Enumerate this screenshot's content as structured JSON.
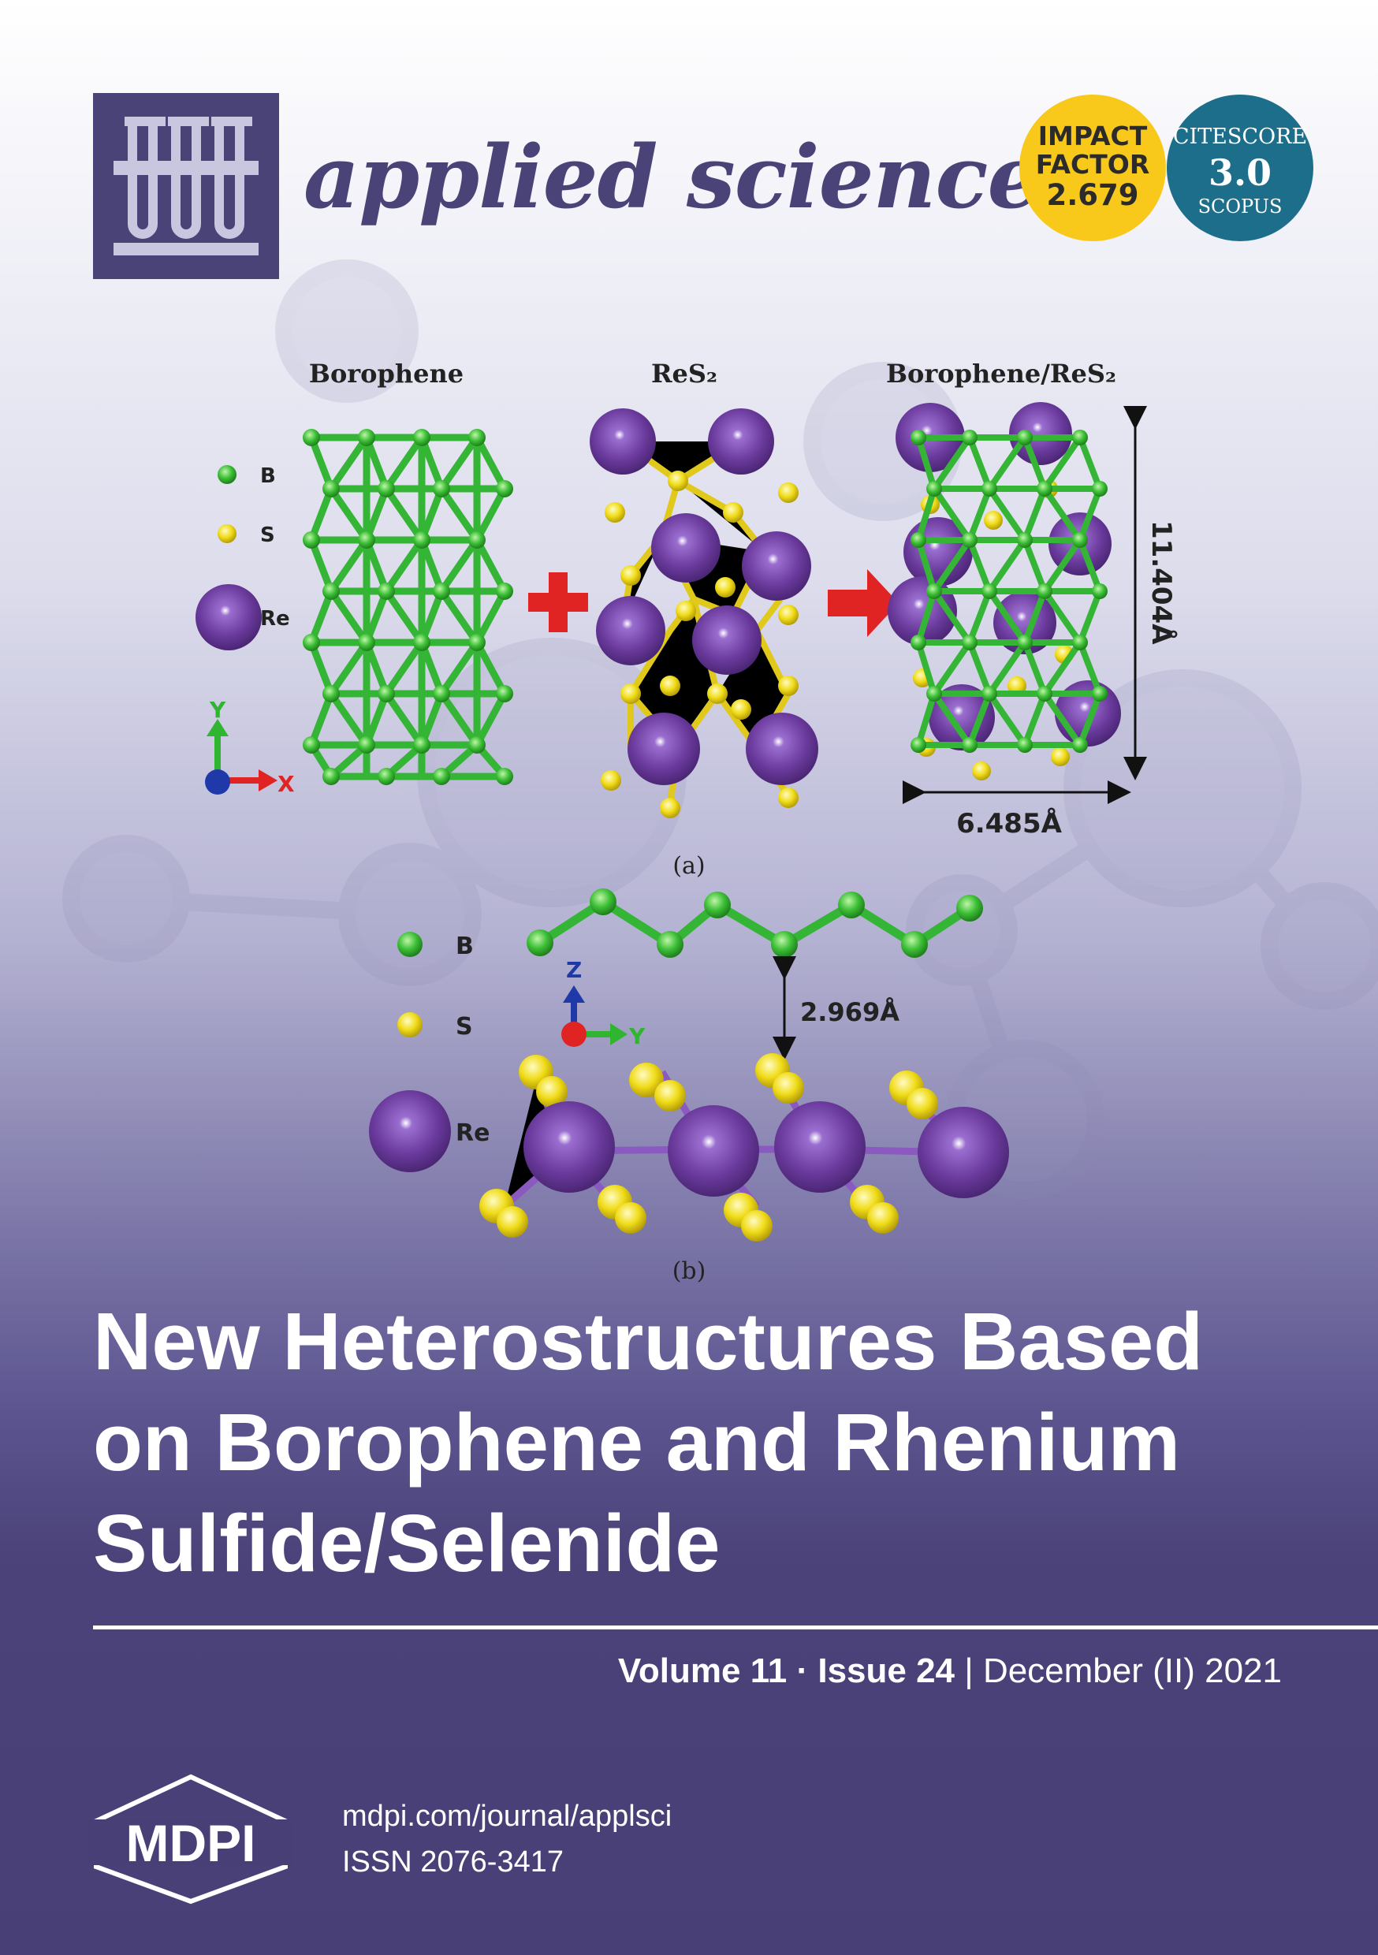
{
  "journal": {
    "title": "applied sciences",
    "impact_factor": {
      "line1": "IMPACT",
      "line2": "FACTOR",
      "value": "2.679"
    },
    "citescore": {
      "line1": "CITESCORE",
      "value": "3.0",
      "line3": "SCOPUS"
    }
  },
  "figure": {
    "panel_a": {
      "labels": [
        "Borophene",
        "ReS₂",
        "Borophene/ReS₂"
      ],
      "legend": [
        "B",
        "S",
        "Re"
      ],
      "axes": {
        "y": "Y",
        "x": "X"
      },
      "dims": {
        "height": "11.404Å",
        "width": "6.485Å"
      },
      "caption": "(a)"
    },
    "panel_b": {
      "legend": [
        "B",
        "S",
        "Re"
      ],
      "axes": {
        "z": "Z",
        "y": "Y"
      },
      "distance": "2.969Å",
      "caption": "(b)"
    }
  },
  "article": {
    "title_lines": [
      "New Heterostructures Based",
      "on Borophene and Rhenium",
      "Sulfide/Selenide"
    ]
  },
  "issue": {
    "volume": "Volume 11",
    "separator": "·",
    "issue": "Issue 24",
    "divider": "|",
    "date": "December (II) 2021"
  },
  "footer": {
    "publisher": "MDPI",
    "url": "mdpi.com/journal/applsci",
    "issn": "ISSN 2076-3417"
  },
  "colors": {
    "brand": "#4a4377",
    "impact_badge": "#f8c81a",
    "citescore_badge": "#1d6e8a",
    "boron": "#35b535",
    "sulfur": "#f2e01e",
    "rhenium": "#6a3a9c",
    "arrow_red": "#e02424"
  }
}
